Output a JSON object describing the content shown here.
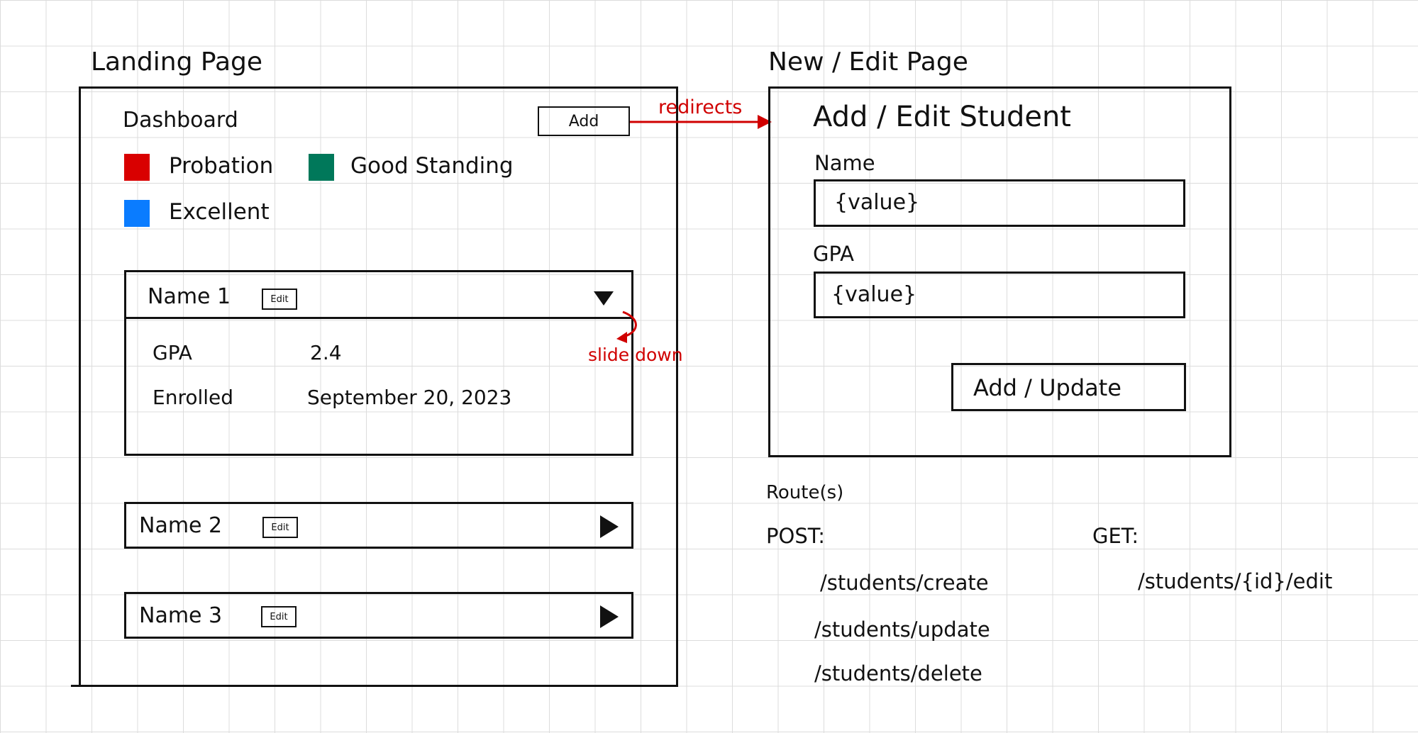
{
  "landing": {
    "title": "Landing Page",
    "dashboard_label": "Dashboard",
    "add_label": "Add",
    "legend": [
      {
        "label": "Probation",
        "color": "#d90000"
      },
      {
        "label": "Good Standing",
        "color": "#00785a"
      },
      {
        "label": "Excellent",
        "color": "#0a7cff"
      }
    ],
    "students": [
      {
        "name": "Name 1",
        "edit": "Edit"
      },
      {
        "name": "Name 2",
        "edit": "Edit"
      },
      {
        "name": "Name 3",
        "edit": "Edit"
      }
    ],
    "detail": {
      "gpa_label": "GPA",
      "gpa_value": "2.4",
      "enrolled_label": "Enrolled",
      "enrolled_value": "September 20, 2023"
    }
  },
  "annotations": {
    "redirects": "redirects",
    "slide_down": "slide down"
  },
  "edit_page": {
    "title": "New / Edit Page",
    "heading": "Add / Edit Student",
    "name_label": "Name",
    "name_value": "{value}",
    "gpa_label": "GPA",
    "gpa_value": "{value}",
    "submit_label": "Add / Update"
  },
  "routes": {
    "title": "Route(s)",
    "post_label": "POST:",
    "get_label": "GET:",
    "post": [
      "/students/create",
      "/students/update",
      "/students/delete"
    ],
    "get": [
      "/students/{id}/edit"
    ]
  },
  "colors": {
    "annotation": "#d00000",
    "ink": "#111111"
  }
}
